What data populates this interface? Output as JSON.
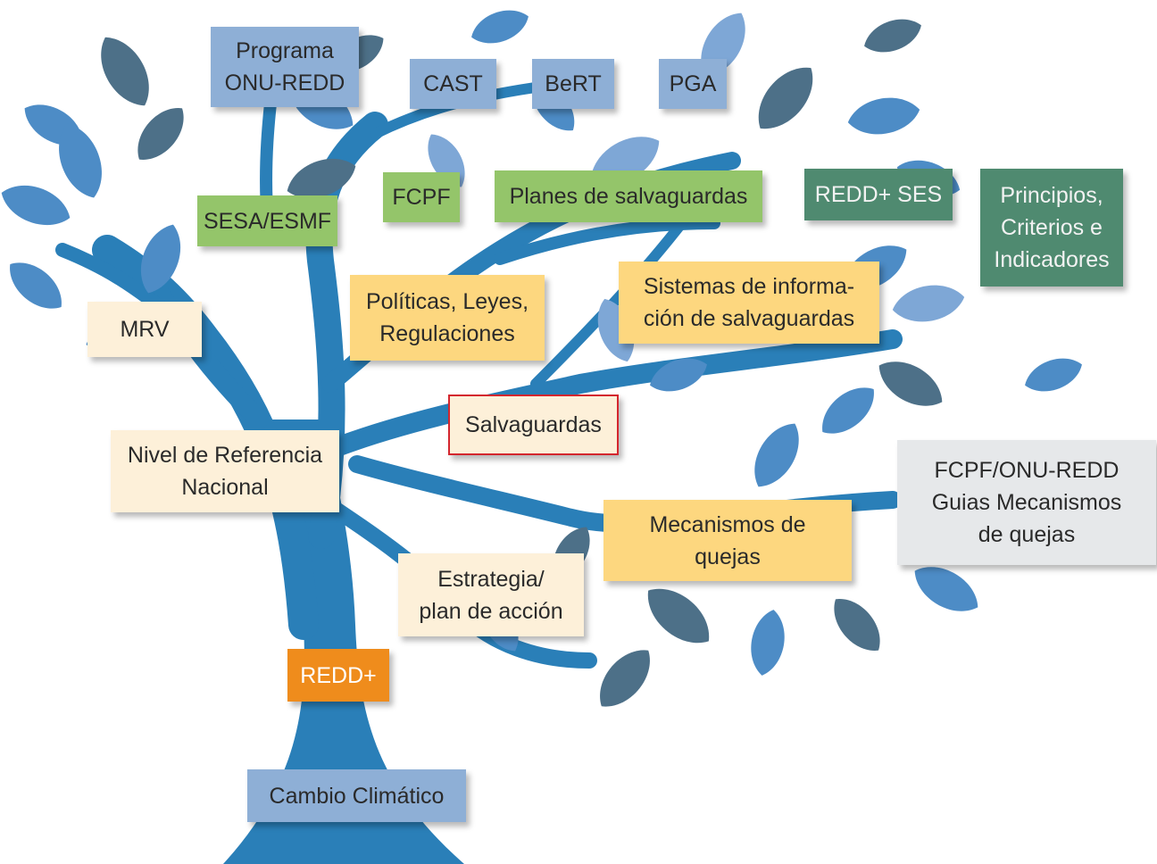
{
  "colors": {
    "trunk": "#2a7fb8",
    "leaf_light": "#4d8cc6",
    "leaf_dark": "#4d7088",
    "leaf_pale": "#7ea7d6"
  },
  "nodes": {
    "programa_onu_redd": "Programa\nONU-REDD",
    "cast": "CAST",
    "bert": "BeRT",
    "pga": "PGA",
    "fcpf": "FCPF",
    "planes_salvaguardas": "Planes de salvaguardas",
    "redd_ses": "REDD+ SES",
    "principios": "Principios,\nCriterios e\nIndicadores",
    "sesa_esmf": "SESA/ESMF",
    "mrv": "MRV",
    "politicas": "Políticas, Leyes,\nRegulaciones",
    "sistemas_info": "Sistemas de informa-\nción de salvaguardas",
    "salvaguardas": "Salvaguardas",
    "nivel_referencia": "Nivel de Referencia\nNacional",
    "fcpf_guias": "FCPF/ONU-REDD\nGuias Mecanismos\nde quejas",
    "mecanismos_quejas": "Mecanismos de\nquejas",
    "estrategia": "Estrategia/\nplan de acción",
    "redd_plus": "REDD+",
    "cambio_climatico": "Cambio Climático"
  }
}
